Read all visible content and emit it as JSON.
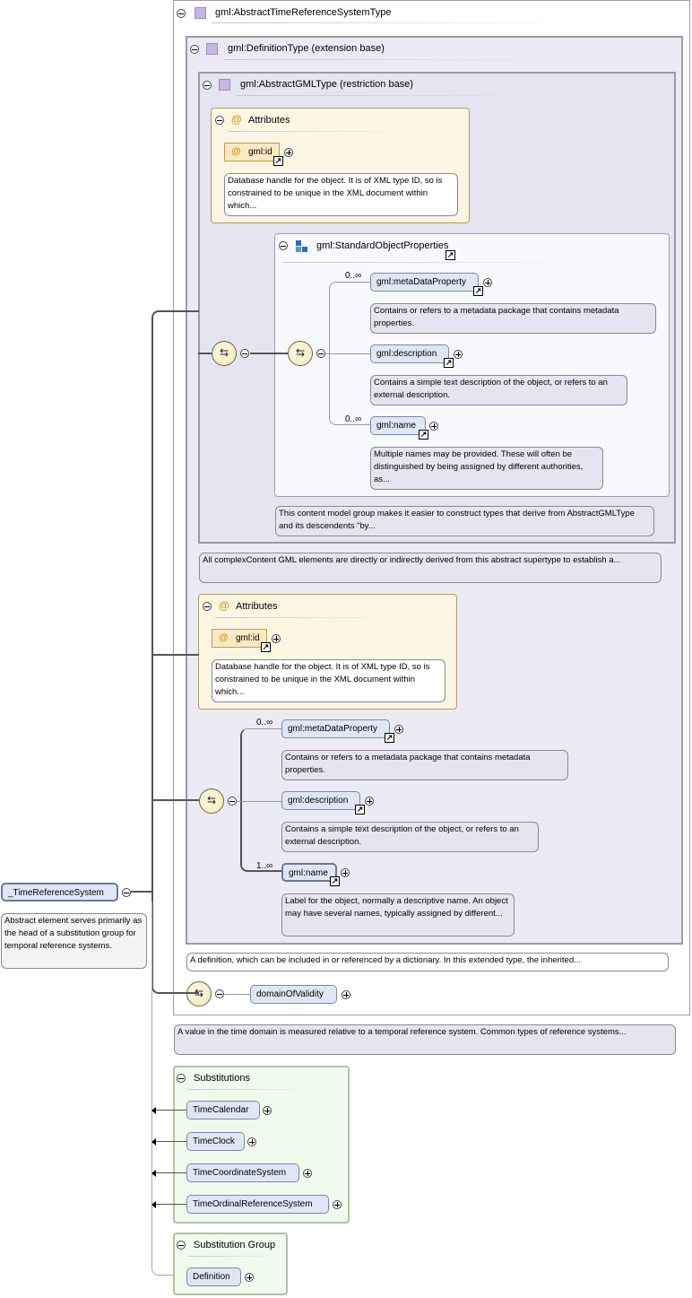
{
  "root": {
    "name": "_TimeReferenceSystem",
    "doc": "Abstract element serves primarily as the head of a substitution group for temporal reference systems."
  },
  "type": {
    "name": "gml:AbstractTimeReferenceSystemType",
    "doc": "A value in the time domain is measured relative to a temporal reference system. Common types of reference systems...",
    "definition_type": {
      "name": "gml:DefinitionType (extension base)",
      "doc": "A definition, which can be included in or referenced by a dictionary. In this extended type, the inherited...",
      "abstract_gml": {
        "name": "gml:AbstractGMLType (restriction base)",
        "doc": "All complexContent GML elements are directly or indirectly derived from this abstract supertype to establish a...",
        "attributes": {
          "title": "Attributes",
          "attr": "gml:id",
          "attr_doc": "Database handle for the object. It is of XML type ID, so is constrained to be unique in the XML document within which..."
        },
        "group": {
          "name": "gml:StandardObjectProperties",
          "doc": "This content model group makes it easier to construct types that derive from AbstractGMLType and its descendents \"by...",
          "items": [
            {
              "occ": "0..∞",
              "name": "gml:metaDataProperty",
              "doc": "Contains or refers to a metadata package that contains metadata properties."
            },
            {
              "occ": "",
              "name": "gml:description",
              "doc": "Contains a simple text description of the object, or refers to an external description."
            },
            {
              "occ": "0..∞",
              "name": "gml:name",
              "doc": "Multiple names may be provided. These will often be distinguished by being assigned by different authorities, as..."
            }
          ]
        }
      },
      "attributes": {
        "title": "Attributes",
        "attr": "gml:id",
        "attr_doc": "Database handle for the object. It is of XML type ID, so is constrained to be unique in the XML document within which..."
      },
      "sequence": [
        {
          "occ": "0..∞",
          "name": "gml:metaDataProperty",
          "doc": "Contains or refers to a metadata package that contains metadata properties."
        },
        {
          "occ": "",
          "name": "gml:description",
          "doc": "Contains a simple text description of the object, or refers to an external description."
        },
        {
          "occ": "1..∞",
          "name": "gml:name",
          "doc": "Label for the object, normally a descriptive name. An object may have several names, typically assigned by different..."
        }
      ]
    },
    "extension_element": "domainOfValidity"
  },
  "substitutions": {
    "title": "Substitutions",
    "items": [
      "TimeCalendar",
      "TimeClock",
      "TimeCoordinateSystem",
      "TimeOrdinalReferenceSystem"
    ]
  },
  "substitution_group": {
    "title": "Substitution Group",
    "item": "Definition"
  },
  "icons": {
    "collapse": "minus-circle-icon",
    "expand": "plus-circle-icon",
    "type": "complex-type-icon",
    "attribute": "at-sign-icon",
    "group": "group-icon",
    "sequence": "sequence-icon",
    "reference": "reference-arrow-icon"
  }
}
